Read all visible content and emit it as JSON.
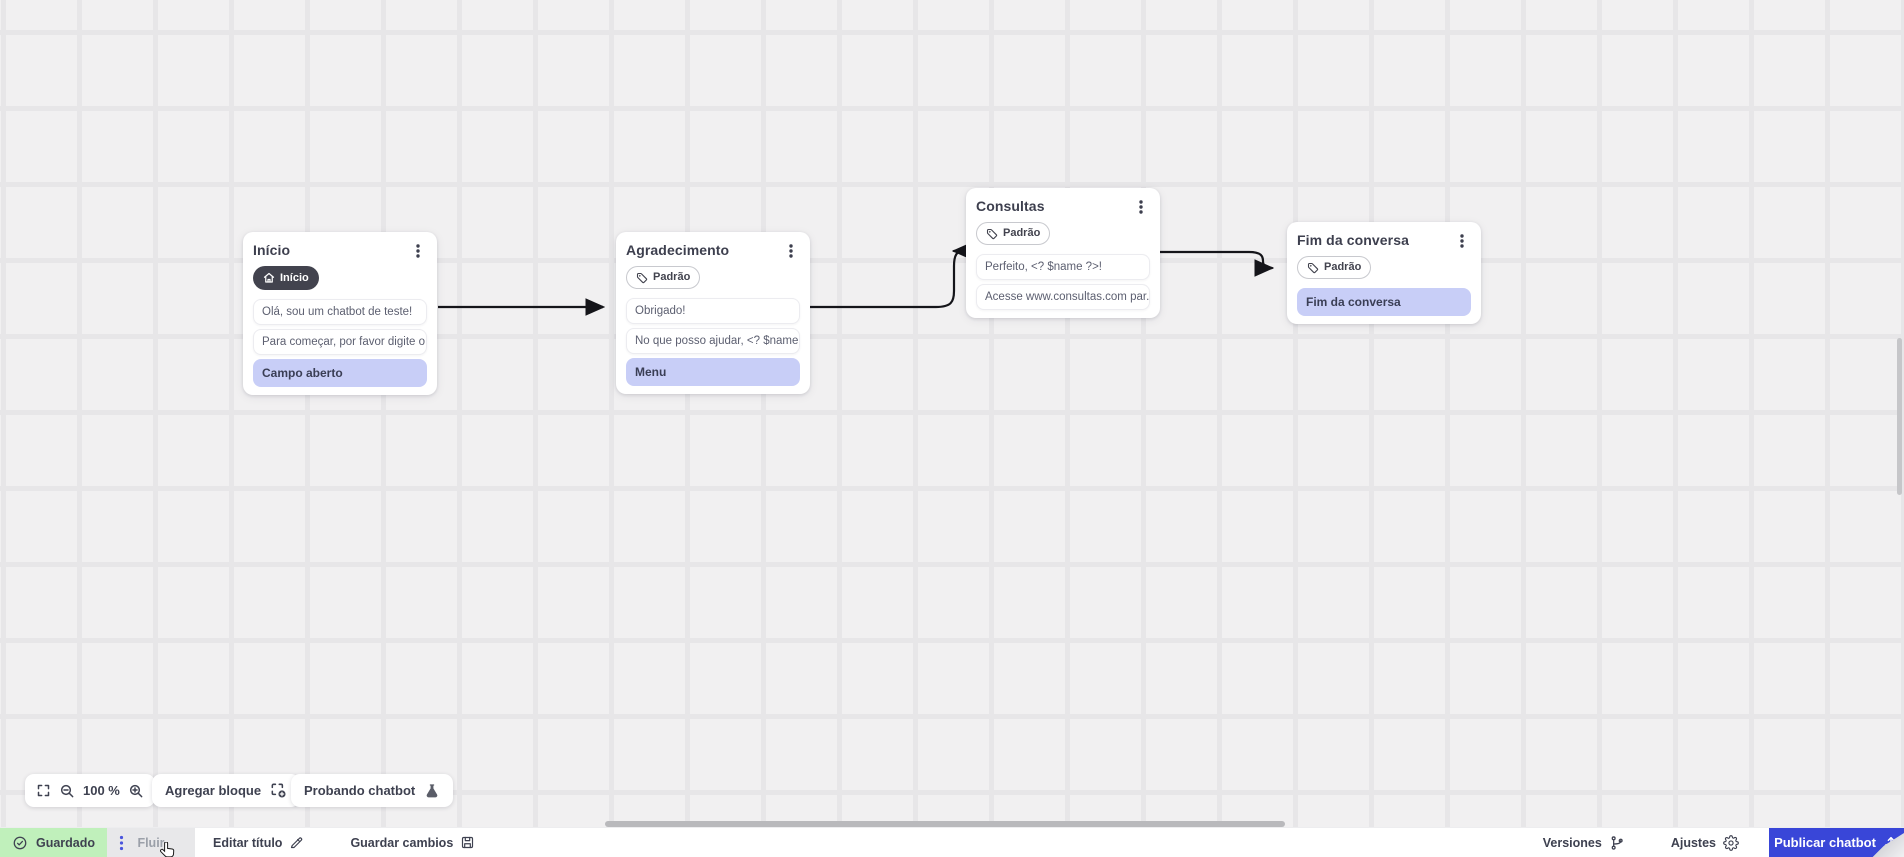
{
  "flow": {
    "nodes": [
      {
        "title": "Início",
        "badge_label": "Início",
        "badge_style": "dark",
        "items": [
          {
            "type": "message",
            "text": "Olá, sou um chatbot de teste!"
          },
          {
            "type": "message",
            "text": "Para começar, por favor digite o ..."
          },
          {
            "type": "action",
            "text": "Campo aberto"
          }
        ]
      },
      {
        "title": "Agradecimento",
        "badge_label": "Padrão",
        "badge_style": "outline",
        "items": [
          {
            "type": "message",
            "text": "Obrigado!"
          },
          {
            "type": "message",
            "text": "No que posso ajudar, <? $name ..."
          },
          {
            "type": "action",
            "text": "Menu"
          }
        ]
      },
      {
        "title": "Consultas",
        "badge_label": "Padrão",
        "badge_style": "outline",
        "items": [
          {
            "type": "message",
            "text": "Perfeito, <? $name ?>!"
          },
          {
            "type": "message",
            "text": "Acesse www.consultas.com par..."
          }
        ]
      },
      {
        "title": "Fim da conversa",
        "badge_label": "Padrão",
        "badge_style": "outline",
        "items": [
          {
            "type": "action",
            "text": "Fim da conversa"
          }
        ]
      }
    ]
  },
  "zoom_controls": {
    "zoom_level": "100 %"
  },
  "canvas_actions": {
    "add_block_label": "Agregar bloque",
    "test_chatbot_label": "Probando chatbot"
  },
  "status_bar": {
    "saved_label": "Guardado",
    "flow_tab_label": "Fluir",
    "edit_title_label": "Editar título",
    "save_changes_label": "Guardar cambios",
    "versions_label": "Versiones",
    "settings_label": "Ajustes",
    "publish_label": "Publicar chatbot"
  },
  "colors": {
    "accent_blue": "#3946d8",
    "saved_green_bg": "#c0f0bb",
    "action_purple_bg": "#c8cef7",
    "badge_dark_bg": "#42434e",
    "canvas_bg": "#f1f0f1"
  }
}
